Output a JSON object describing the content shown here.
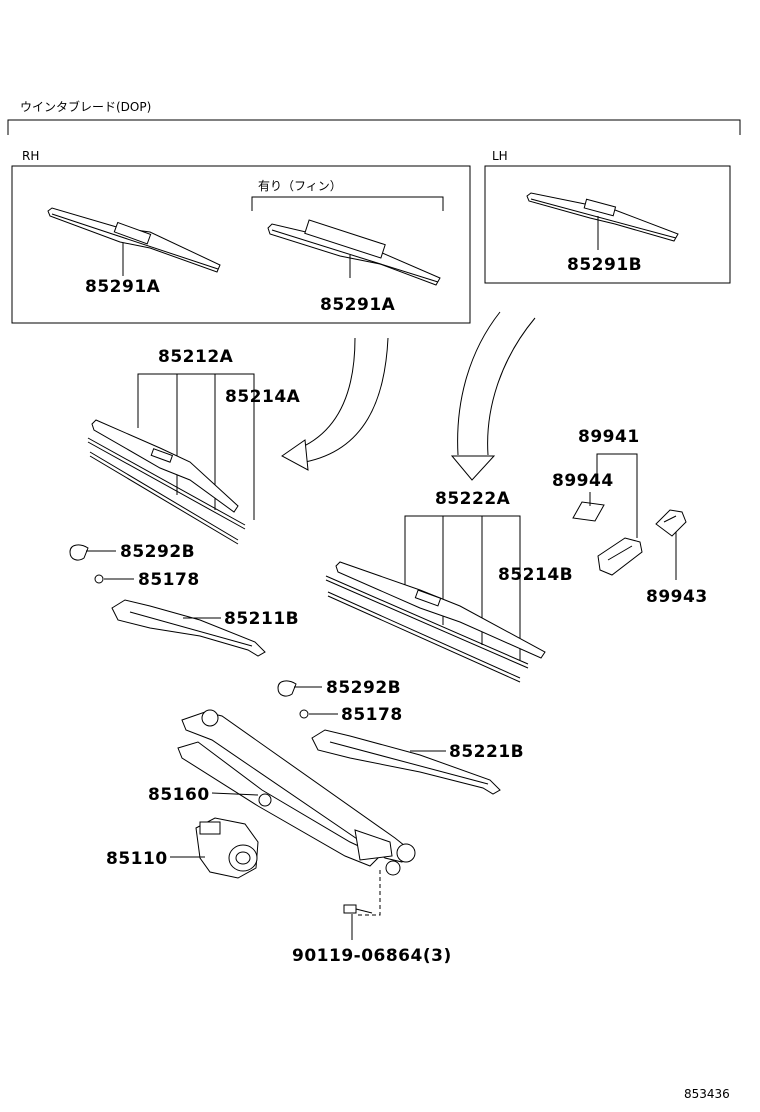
{
  "header": {
    "title": "ウインタブレード(DOP)"
  },
  "groups": {
    "rh": "RH",
    "lh": "LH",
    "fin_note": "有り（フィン）"
  },
  "parts": {
    "p85291A_1": "85291A",
    "p85291A_2": "85291A",
    "p85291B": "85291B",
    "p85212A": "85212A",
    "p85214A": "85214A",
    "p85292B_1": "85292B",
    "p85178_1": "85178",
    "p85211B": "85211B",
    "p85222A": "85222A",
    "p85214B": "85214B",
    "p85292B_2": "85292B",
    "p85178_2": "85178",
    "p85221B": "85221B",
    "p85160": "85160",
    "p85110": "85110",
    "p90119": "90119-06864(3)",
    "p89941": "89941",
    "p89944": "89944",
    "p89943": "89943"
  },
  "footer": {
    "diagram_id": "853436"
  }
}
